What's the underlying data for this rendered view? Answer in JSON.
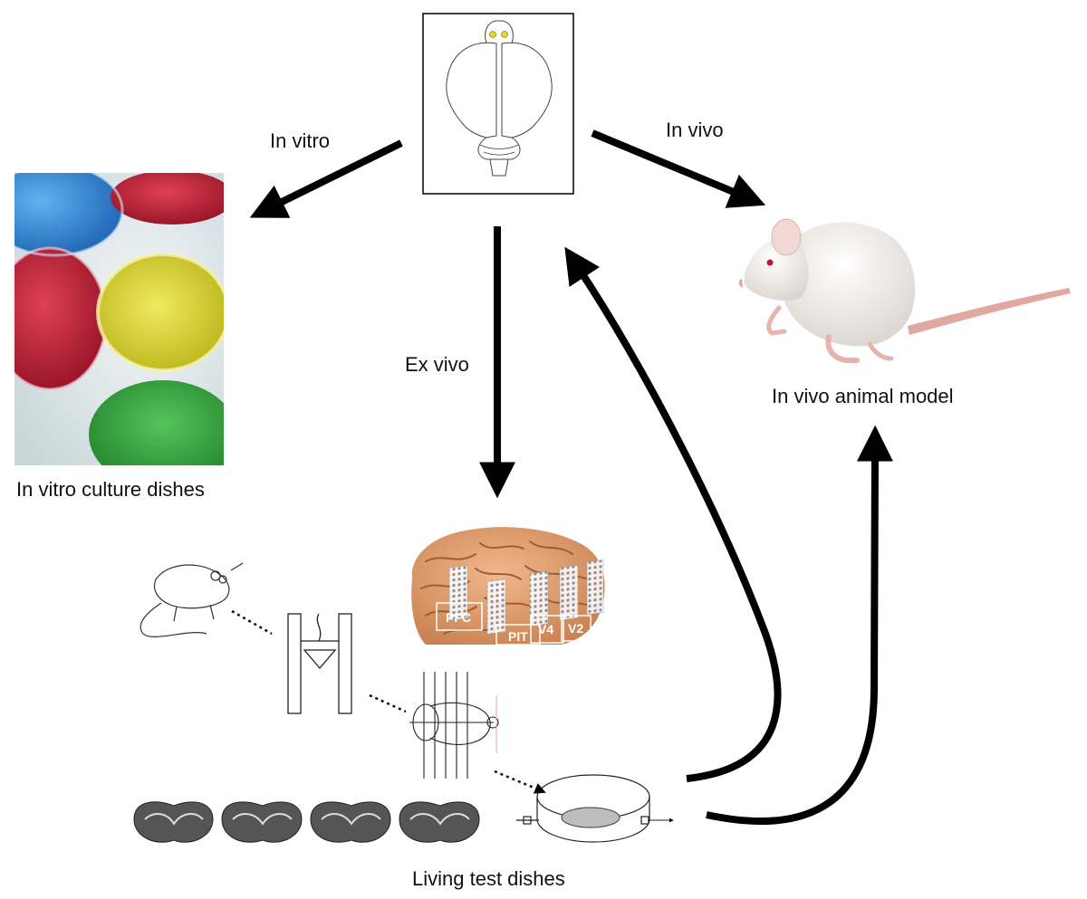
{
  "labels": {
    "in_vitro": "In vitro",
    "in_vivo": "In vivo",
    "ex_vivo": "Ex vivo",
    "in_vitro_culture_dishes": "In vitro culture dishes",
    "in_vivo_animal_model": "In vivo animal model",
    "living_test_dishes": "Living test dishes"
  },
  "brain_regions": [
    "PFC",
    "PIT",
    "V4",
    "V2"
  ],
  "colors": {
    "arrow": "#000000",
    "dish_blue": "#2f8fd8",
    "dish_red": "#c41f36",
    "dish_yellow": "#d8d42a",
    "dish_green": "#2fa83a",
    "brain_tissue": "#e2a073",
    "rat_fur": "#f4f0ec",
    "rat_tail": "#e0a8a0"
  },
  "icons": [
    "rat-brain-diagram-icon",
    "culture-dishes-photo",
    "white-rat-photo",
    "human-brain-cortex-icon",
    "behavior-rat-sketch-icon",
    "swim-tank-sketch-icon",
    "brain-slicing-sketch-icon",
    "perfusion-dish-sketch-icon",
    "coronal-slices-icon"
  ]
}
